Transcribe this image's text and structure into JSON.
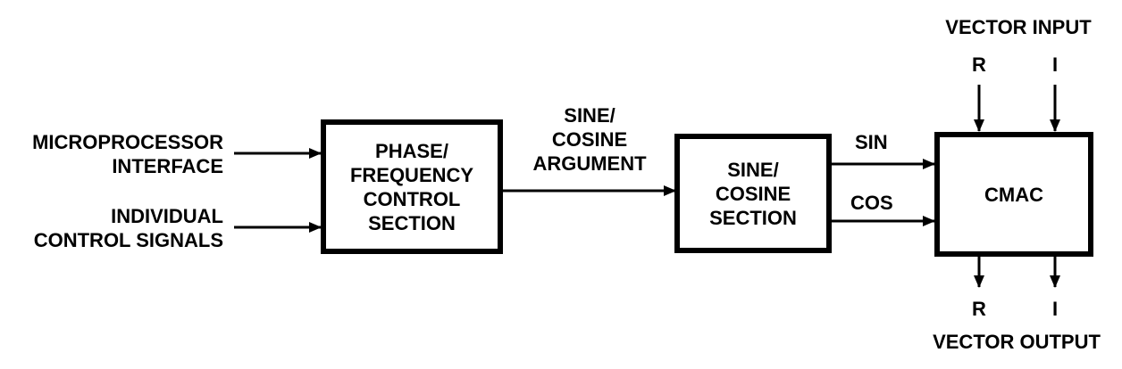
{
  "inputs": {
    "microprocessor": "MICROPROCESSOR\nINTERFACE",
    "individual": "INDIVIDUAL\nCONTROL SIGNALS"
  },
  "blocks": {
    "phase_freq": "PHASE/\nFREQUENCY\nCONTROL\nSECTION",
    "sine_cosine": "SINE/\nCOSINE\nSECTION",
    "cmac": "CMAC"
  },
  "signals": {
    "argument": "SINE/\nCOSINE\nARGUMENT",
    "sin": "SIN",
    "cos": "COS"
  },
  "vector_input": {
    "title": "VECTOR INPUT",
    "r": "R",
    "i": "I"
  },
  "vector_output": {
    "title": "VECTOR OUTPUT",
    "r": "R",
    "i": "I"
  }
}
